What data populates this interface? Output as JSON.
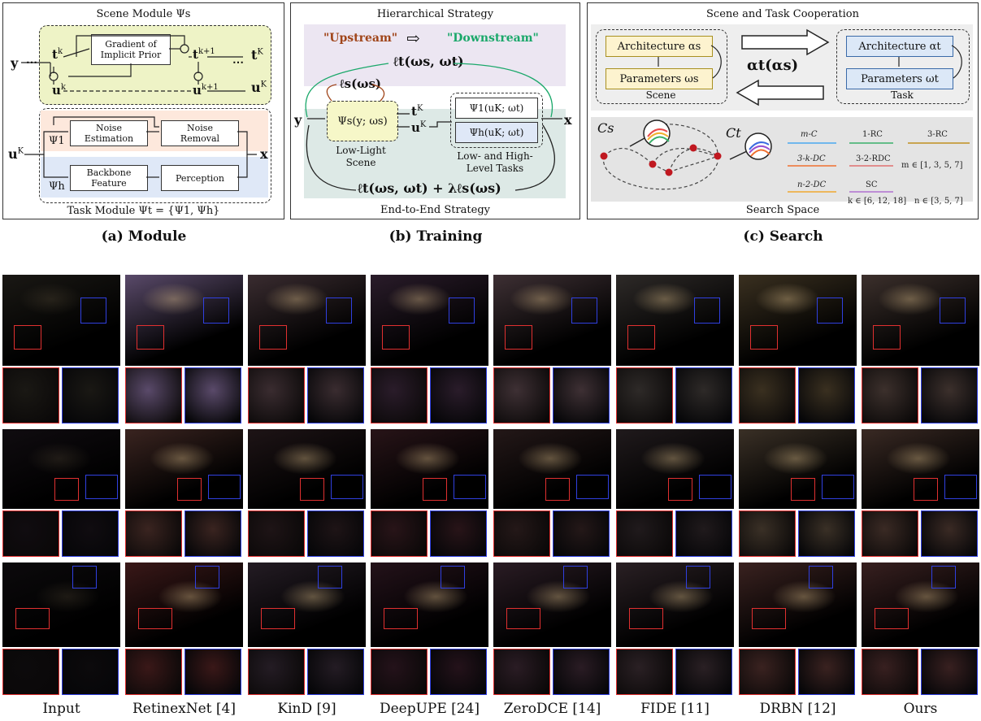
{
  "panels": {
    "module": {
      "caption": "(a) Module",
      "scene_title": "Scene Module Ψs",
      "gradient_box": "Gradient of\nImplicit Prior",
      "input_y": "y",
      "t_k": "t",
      "t_k1": "t",
      "t_K": "t",
      "u_k": "u",
      "u_k1": "u",
      "u_K": "u",
      "noise_est": "Noise\nEstimation",
      "noise_rem": "Noise\nRemoval",
      "backbone": "Backbone\nFeature",
      "perception": "Perception",
      "psi1": "Ψ1",
      "psih": "Ψh",
      "uK_in": "u",
      "x_out": "x",
      "task_title": "Task Module  Ψt = {Ψ1, Ψh}"
    },
    "training": {
      "caption": "(b) Training",
      "title": "Hierarchical Strategy",
      "upstream": "\"Upstream\"",
      "downstream": "\"Downstream\"",
      "loss_top": "ℓt(ωs, ωt)",
      "loss_s": "ℓs(ωs)",
      "psi_s": "Ψs(y; ωs)",
      "psi_1": "Ψ1(uK; ωt)",
      "psi_h": "Ψh(uK; ωt)",
      "low_light": "Low-Light\nScene",
      "tasks": "Low- and High-\nLevel Tasks",
      "loss_bottom": "ℓt(ωs, ωt) + λℓs(ωs)",
      "footer": "End-to-End Strategy",
      "y": "y",
      "x": "x",
      "tK": "t",
      "uK": "u"
    },
    "search": {
      "caption": "(c) Search",
      "title": "Scene and Task Cooperation",
      "arch_s": "Architecture αs",
      "param_s": "Parameters ωs",
      "scene": "Scene",
      "alpha": "αt(αs)",
      "arch_t": "Architecture αt",
      "param_t": "Parameters ωt",
      "task": "Task",
      "cs": "Cs",
      "ct": "Ct",
      "ops": [
        "m-C",
        "1-RC",
        "3-RC",
        "3-k-DC",
        "3-2-RDC",
        "n-2-DC",
        "SC"
      ],
      "m_range": "m ∈ [1, 3, 5, 7]",
      "k_range": "k ∈ [6, 12, 18]",
      "n_range": "n ∈ [3, 5, 7]",
      "footer": "Search Space"
    }
  },
  "methods": [
    "Input",
    "RetinexNet [4]",
    "KinD [9]",
    "DeepUPE [24]",
    "ZeroDCE [14]",
    "FIDE [11]",
    "DRBN [12]",
    "Ours"
  ],
  "colors": {
    "red_box": "#e03030",
    "blue_box": "#3040e0",
    "green_arrow": "#1aa86a",
    "brown_arrow": "#a0451a"
  }
}
